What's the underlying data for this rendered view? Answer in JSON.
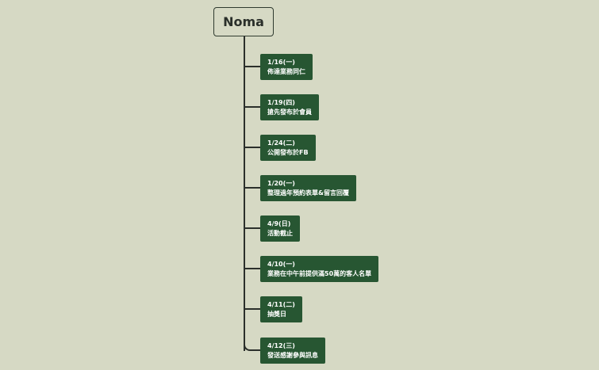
{
  "root": {
    "label": "Noma"
  },
  "events": [
    {
      "date": "1/16(一)",
      "text": "佈達業務同仁"
    },
    {
      "date": "1/19(四)",
      "text": "搶先發布於會員"
    },
    {
      "date": "1/24(二)",
      "text": "公開發布於FB"
    },
    {
      "date": "1/20(一)",
      "text": "整理過年預約表單&留言回覆"
    },
    {
      "date": "4/9(日)",
      "text": "活動截止"
    },
    {
      "date": "4/10(一)",
      "text": "業務在中午前提供滿50萬的客人名單"
    },
    {
      "date": "4/11(二)",
      "text": "抽獎日"
    },
    {
      "date": "4/12(三)",
      "text": "發送感謝參與訊息"
    }
  ],
  "colors": {
    "background": "#d6d9c4",
    "node_fill": "#275632",
    "node_text": "#ffffff",
    "line": "#2b2f2b"
  }
}
